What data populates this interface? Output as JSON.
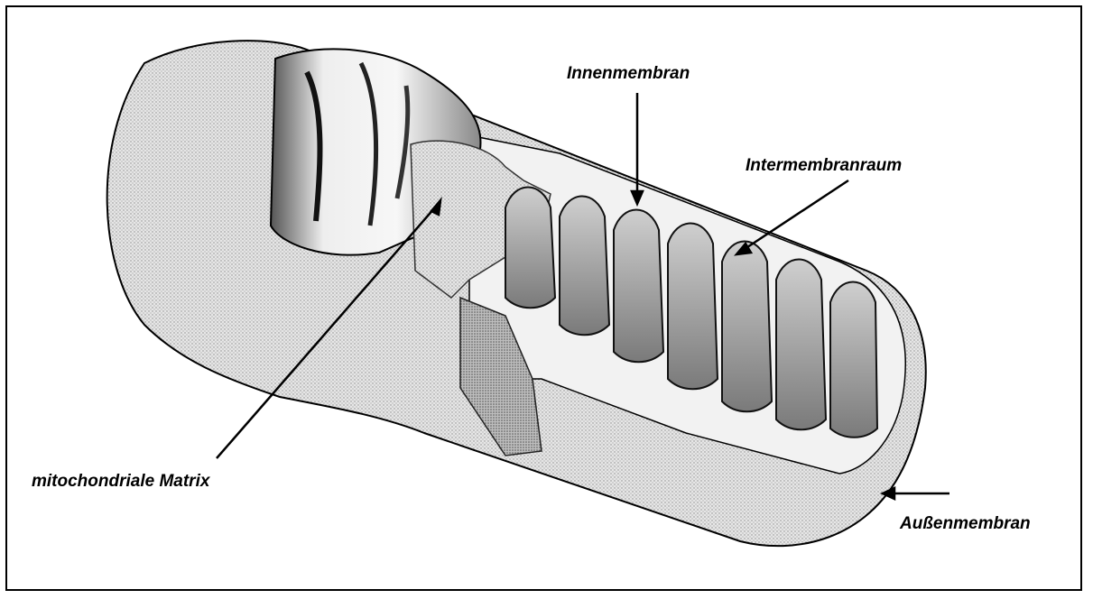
{
  "labels": {
    "innenmembran": "Innenmembran",
    "intermembranraum": "Intermembranraum",
    "matrix": "mitochondriale Matrix",
    "aussenmembran": "Außenmembran"
  },
  "colors": {
    "line": "#000000",
    "stipple_light": "#d9d9d9",
    "stipple_mid": "#bdbdbd",
    "stipple_dark": "#8a8a8a",
    "background": "#ffffff"
  }
}
